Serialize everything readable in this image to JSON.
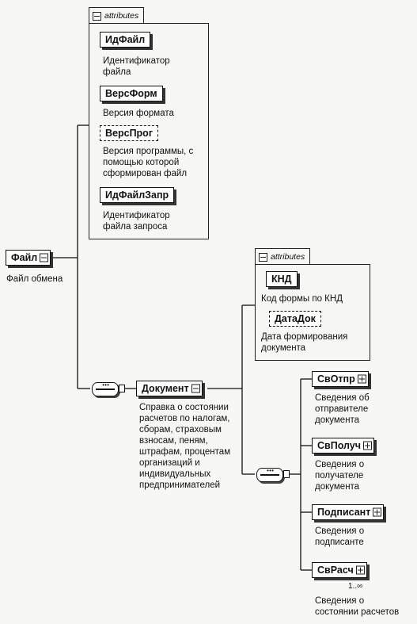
{
  "root": {
    "name": "Файл",
    "description": "Файл обмена",
    "attributes_tab": "attributes",
    "attributes": [
      {
        "name": "ИдФайл",
        "description": [
          "Идентификатор",
          "файла"
        ],
        "optional": false
      },
      {
        "name": "ВерсФорм",
        "description": [
          "Версия формата"
        ],
        "optional": false
      },
      {
        "name": "ВерсПрог",
        "description": [
          "Версия программы, с",
          "помощью которой",
          "сформирован файл"
        ],
        "optional": true
      },
      {
        "name": "ИдФайлЗапр",
        "description": [
          "Идентификатор",
          "файла запроса"
        ],
        "optional": false
      }
    ]
  },
  "document": {
    "name": "Документ",
    "description": [
      "Справка о состоянии",
      "расчетов по налогам,",
      "сборам, страховым",
      "взносам, пеням,",
      "штрафам, процентам",
      "организаций и",
      "индивидуальных",
      "предпринимателей"
    ],
    "attributes_tab": "attributes",
    "attributes": [
      {
        "name": "КНД",
        "description": [
          "Код формы по КНД"
        ],
        "optional": false
      },
      {
        "name": "ДатаДок",
        "description": [
          "Дата формирования",
          "документа"
        ],
        "optional": true
      }
    ],
    "children": [
      {
        "name": "СвОтпр",
        "description": [
          "Сведения об",
          "отправителе",
          "документа"
        ],
        "multiplicity": ""
      },
      {
        "name": "СвПолуч",
        "description": [
          "Сведения о",
          "получателе",
          "документа"
        ],
        "multiplicity": ""
      },
      {
        "name": "Подписант",
        "description": [
          "Сведения о",
          "подписанте"
        ],
        "multiplicity": ""
      },
      {
        "name": "СвРасч",
        "description": [
          "Сведения о",
          "состоянии расчетов"
        ],
        "multiplicity": "1..∞"
      }
    ]
  }
}
